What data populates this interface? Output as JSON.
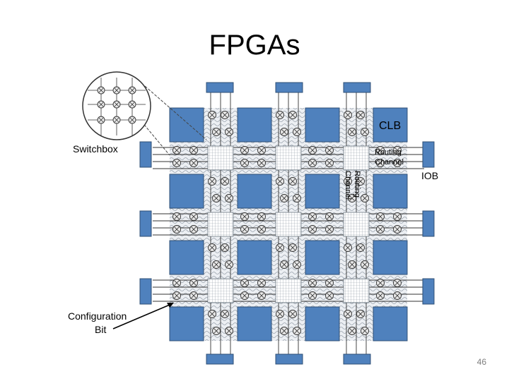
{
  "slide": {
    "title": "FPGAs",
    "page_number": "46"
  },
  "diagram": {
    "labels": {
      "clb": "CLB",
      "routing_channel_h": [
        "Routing",
        "Channel"
      ],
      "routing_channel_v": [
        "Routing",
        "Channel"
      ],
      "iob": "IOB",
      "switchbox": "Switchbox",
      "configuration_bit": [
        "Configuration",
        "Bit"
      ]
    },
    "colors": {
      "clb_fill": "#4f81bd",
      "clb_stroke": "#2f4f75",
      "wire": "#333333",
      "switch_fill": "#e8e8e8",
      "channel_fill": "#dfe3e8",
      "callout_stroke": "#444444"
    },
    "grid": {
      "clb_rows": 4,
      "clb_cols": 4
    }
  }
}
